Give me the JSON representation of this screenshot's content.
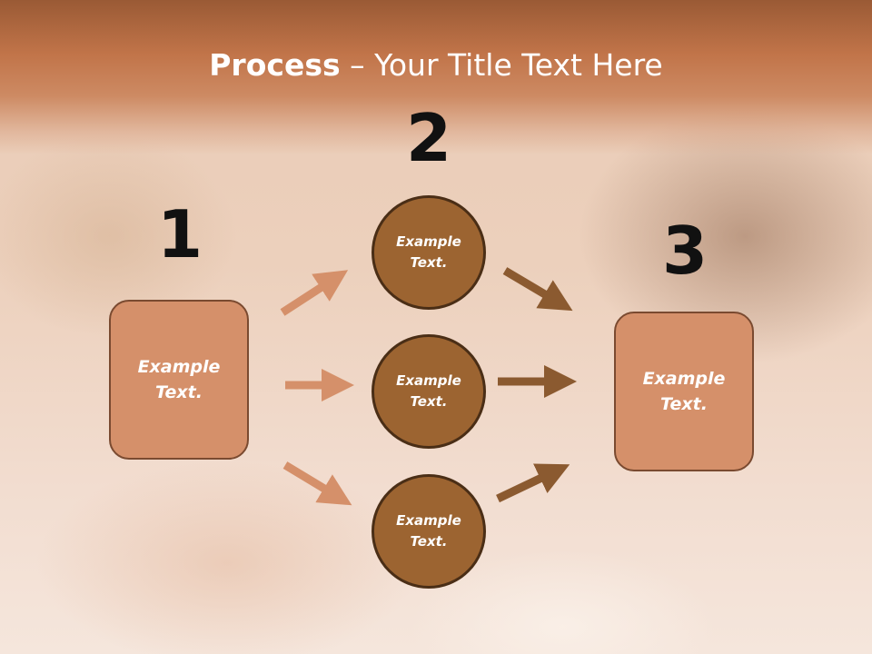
{
  "title": {
    "bold": "Process",
    "dash": " – ",
    "rest": "Your Title Text Here"
  },
  "steps": {
    "left": {
      "number": "1",
      "line1": "Example",
      "line2": "Text."
    },
    "middle_number": "2",
    "right": {
      "number": "3",
      "line1": "Example",
      "line2": "Text."
    }
  },
  "circles": [
    {
      "line1": "Example",
      "line2": "Text."
    },
    {
      "line1": "Example",
      "line2": "Text."
    },
    {
      "line1": "Example",
      "line2": "Text."
    }
  ],
  "colors": {
    "header": "#c17449",
    "box_fill": "#d5906a",
    "circle_fill": "#9c6431",
    "arrow_light": "#d5906a",
    "arrow_dark": "#8b5a30"
  }
}
